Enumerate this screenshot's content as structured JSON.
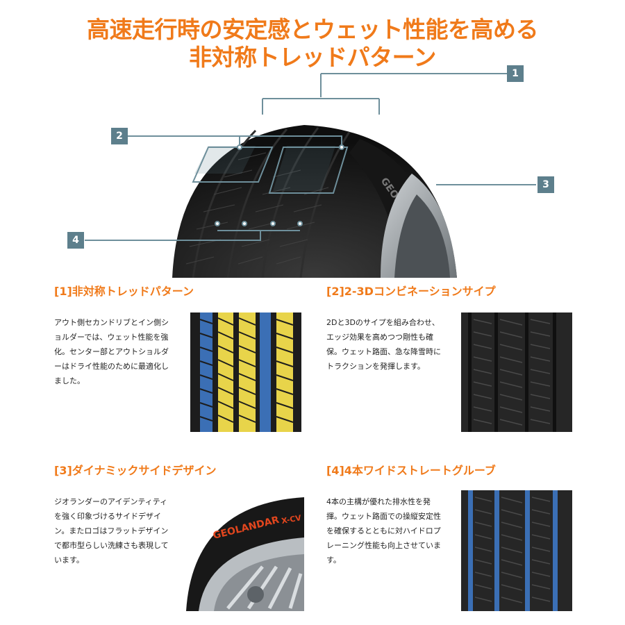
{
  "headline": {
    "line1": "高速走行時の安定感とウェット性能を高める",
    "line2": "非対称トレッドパターン"
  },
  "callouts": [
    "1",
    "2",
    "3",
    "4"
  ],
  "sections": [
    {
      "title": "[1]非対称トレッドパターン",
      "body": [
        "アウト側セカンドリブとイン側シ",
        "ョルダーでは、ウェット性能を強",
        "化。センター部とアウトショルダ",
        "ーはドライ性能のために最適化し",
        "ました。"
      ]
    },
    {
      "title": "[2]2-3Dコンビネーションサイプ",
      "body": [
        "2Dと3Dのサイプを組み合わせ、",
        "エッジ効果を高めつつ剛性も確",
        "保。ウェット路面、急な降雪時に",
        "トラクションを発揮します。"
      ]
    },
    {
      "title": "[3]ダイナミックサイドデザイン",
      "body": [
        "ジオランダーのアイデンティティ",
        "を強く印象づけるサイドデザイ",
        "ン。またロゴはフラットデザイン",
        "で都市型らしい洗練さも表現して",
        "います。"
      ]
    },
    {
      "title": "[4]4本ワイドストレートグルーブ",
      "body": [
        "4本の主構が優れた排水性を発",
        "揮。ウェット路面での操縦安定性",
        "を確保するとともに対ハイドロプ",
        "レーニング性能も向上させていま",
        "す。"
      ]
    }
  ],
  "colors": {
    "accent": "#f07a1a",
    "callout_bg": "#5d7f8c",
    "tread_blue": "#3b6fb5",
    "tread_yellow": "#e8d44a",
    "tire_dark": "#1d1d1d"
  }
}
